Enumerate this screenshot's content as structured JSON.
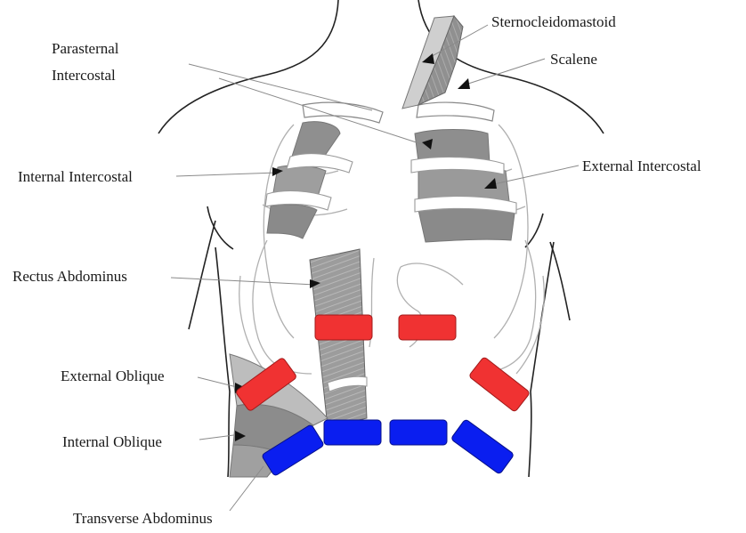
{
  "labels": {
    "sternocleidomastoid": "Sternocleidomastoid",
    "scalene": "Scalene",
    "parasternal_line1": "Parasternal",
    "parasternal_line2": "Intercostal",
    "external_intercostal": "External Intercostal",
    "internal_intercostal": "Internal Intercostal",
    "rectus_abdominus": "Rectus Abdominus",
    "external_oblique": "External Oblique",
    "internal_oblique": "Internal Oblique",
    "transverse_abdominus": "Transverse Abdominus"
  },
  "colors": {
    "outline": "#222222",
    "rib_outline": "#aaaaaa",
    "muscle_dark": "#8a8a8a",
    "muscle_mid": "#a8a8a8",
    "muscle_light": "#cfcfcf",
    "sensor_upper": "#f03232",
    "sensor_lower": "#0a1ef0"
  },
  "sensors": {
    "upper_color_meaning": "red",
    "lower_color_meaning": "blue"
  }
}
